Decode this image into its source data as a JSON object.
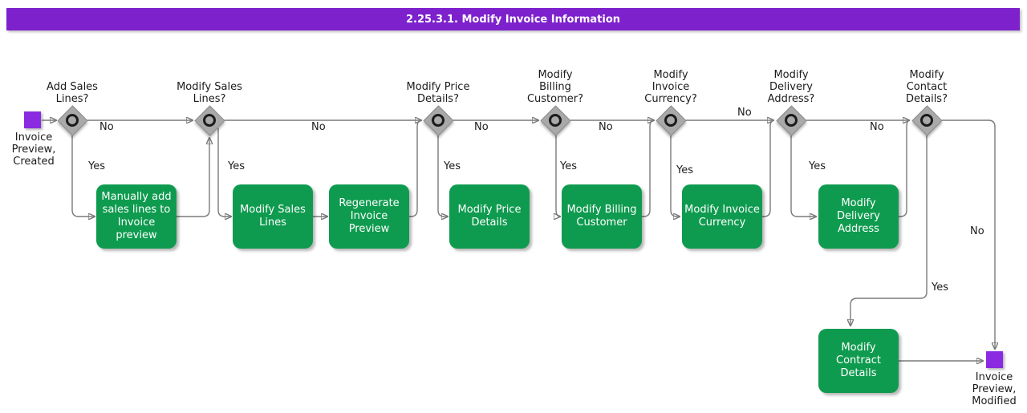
{
  "title": "2.25.3.1. Modify Invoice Information",
  "colors": {
    "purple-bar": "#7d21cc",
    "purple-node": "#8a2be2",
    "green": "#0f9b4f",
    "diamond": "#a9a9a9",
    "line": "#7a7a7a"
  },
  "start": {
    "label": "Invoice\nPreview,\nCreated"
  },
  "end": {
    "label": "Invoice\nPreview,\nModified"
  },
  "decisions": [
    {
      "label": "Add Sales\nLines?",
      "yes": "Yes",
      "no": "No"
    },
    {
      "label": "Modify Sales\nLines?",
      "yes": "Yes",
      "no": "No"
    },
    {
      "label": "Modify Price\nDetails?",
      "yes": "Yes",
      "no": "No"
    },
    {
      "label": "Modify\nBilling\nCustomer?",
      "yes": "Yes",
      "no": "No"
    },
    {
      "label": "Modify\nInvoice\nCurrency?",
      "yes": "Yes",
      "no": "No"
    },
    {
      "label": "Modify\nDelivery\nAddress?",
      "yes": "Yes",
      "no": "No"
    },
    {
      "label": "Modify\nContact\nDetails?",
      "yes": "Yes",
      "no": "No"
    }
  ],
  "activities": [
    {
      "label": "Manually add\nsales lines to\nInvoice preview"
    },
    {
      "label": "Modify Sales\nLines"
    },
    {
      "label": "Regenerate\nInvoice Preview"
    },
    {
      "label": "Modify Price\nDetails"
    },
    {
      "label": "Modify Billing\nCustomer"
    },
    {
      "label": "Modify Invoice\nCurrency"
    },
    {
      "label": "Modify Delivery\nAddress"
    },
    {
      "label": "Modify Contract\nDetails"
    }
  ]
}
